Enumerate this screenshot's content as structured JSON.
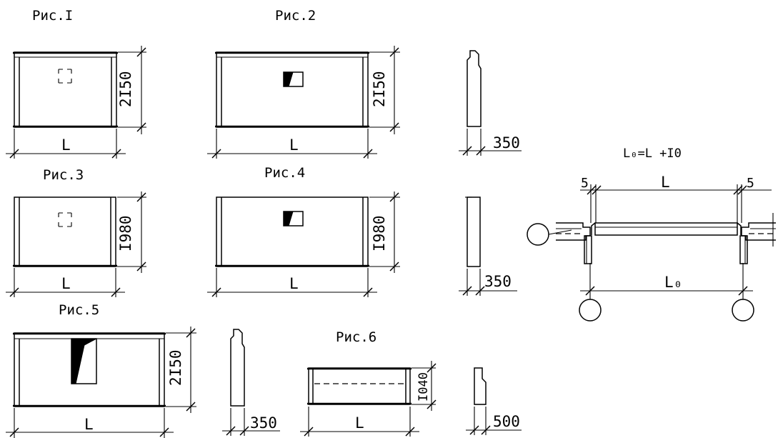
{
  "figures": {
    "fig1": {
      "title": "Рис.I",
      "height_dim": "2I50",
      "length_label": "L"
    },
    "fig2": {
      "title": "Рис.2",
      "height_dim": "2I50",
      "length_label": "L",
      "section_dim": "350"
    },
    "fig3": {
      "title": "Рис.3",
      "height_dim": "I980",
      "length_label": "L"
    },
    "fig4": {
      "title": "Рис.4",
      "height_dim": "I980",
      "length_label": "L",
      "section_dim": "350"
    },
    "fig5": {
      "title": "Рис.5",
      "height_dim": "2I50",
      "length_label": "L",
      "section_dim": "350"
    },
    "fig6": {
      "title": "Рис.6",
      "height_dim": "I040",
      "length_label": "L",
      "section_dim": "500"
    }
  },
  "detail": {
    "formula": "L₀=L +I0",
    "gap_left": "5",
    "gap_right": "5",
    "top_label": "L",
    "bottom_label": "L₀"
  }
}
